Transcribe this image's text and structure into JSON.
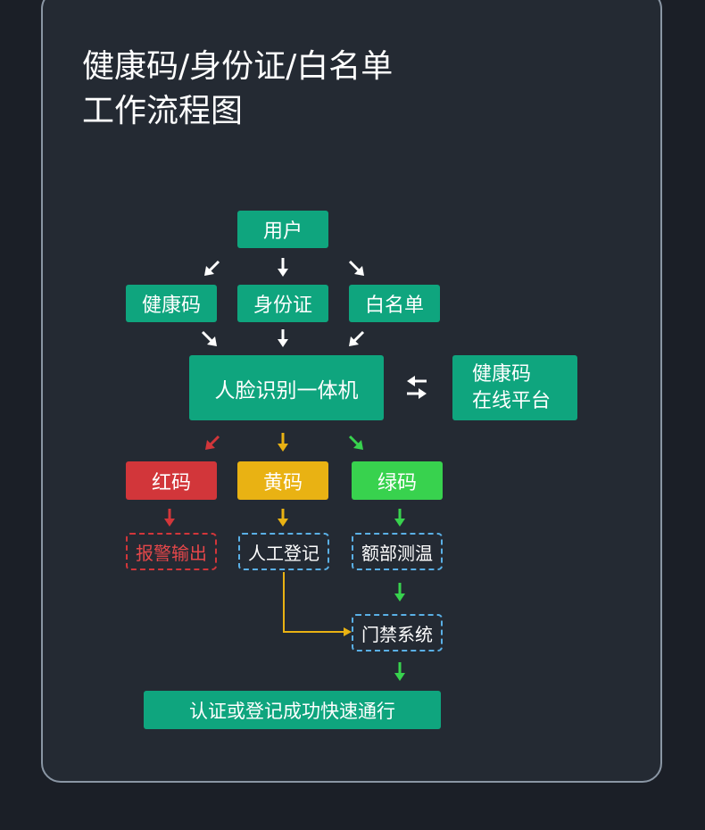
{
  "title": {
    "line1": "健康码/身份证/白名单",
    "line2": "工作流程图"
  },
  "nodes": {
    "user": "用户",
    "health_code": "健康码",
    "id_card": "身份证",
    "whitelist": "白名单",
    "face_terminal": "人脸识别一体机",
    "online_platform_line1": "健康码",
    "online_platform_line2": "在线平台",
    "red_code": "红码",
    "yellow_code": "黄码",
    "green_code": "绿码",
    "alarm_output": "报警输出",
    "manual_register": "人工登记",
    "forehead_temp": "额部测温",
    "access_control": "门禁系统",
    "final": "认证或登记成功快速通行"
  },
  "colors": {
    "teal": "#0fa57e",
    "red": "#d2363a",
    "yellow": "#e9b213",
    "green": "#38d24e",
    "dash_blue": "#5ab0e6",
    "background": "#242a33"
  }
}
